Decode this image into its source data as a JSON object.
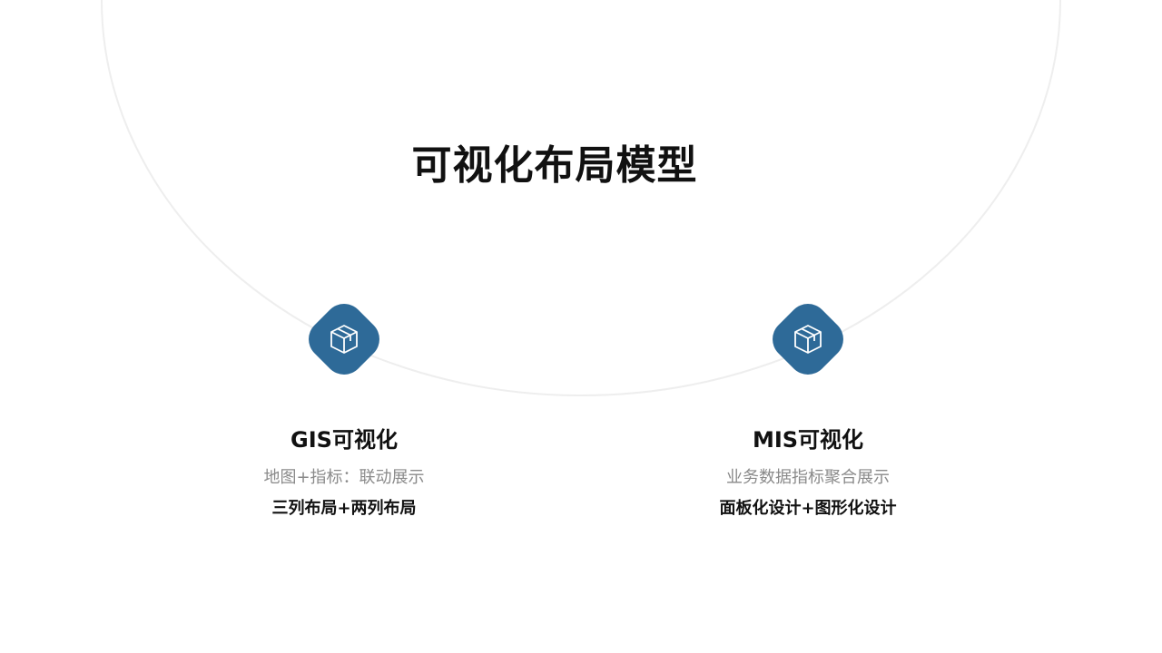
{
  "slide": {
    "title": "可视化布局模型"
  },
  "cards": [
    {
      "title": "GIS可视化",
      "description": "地图+指标：联动展示",
      "subtitle": "三列布局+两列布局",
      "icon": "cube-icon"
    },
    {
      "title": "MIS可视化",
      "description": "业务数据指标聚合展示",
      "subtitle": "面板化设计+图形化设计",
      "icon": "cube-icon"
    }
  ],
  "colors": {
    "badge": "#2e6a98",
    "arc": "#eeeeee",
    "title": "#111111",
    "description": "#8a8a8a"
  }
}
